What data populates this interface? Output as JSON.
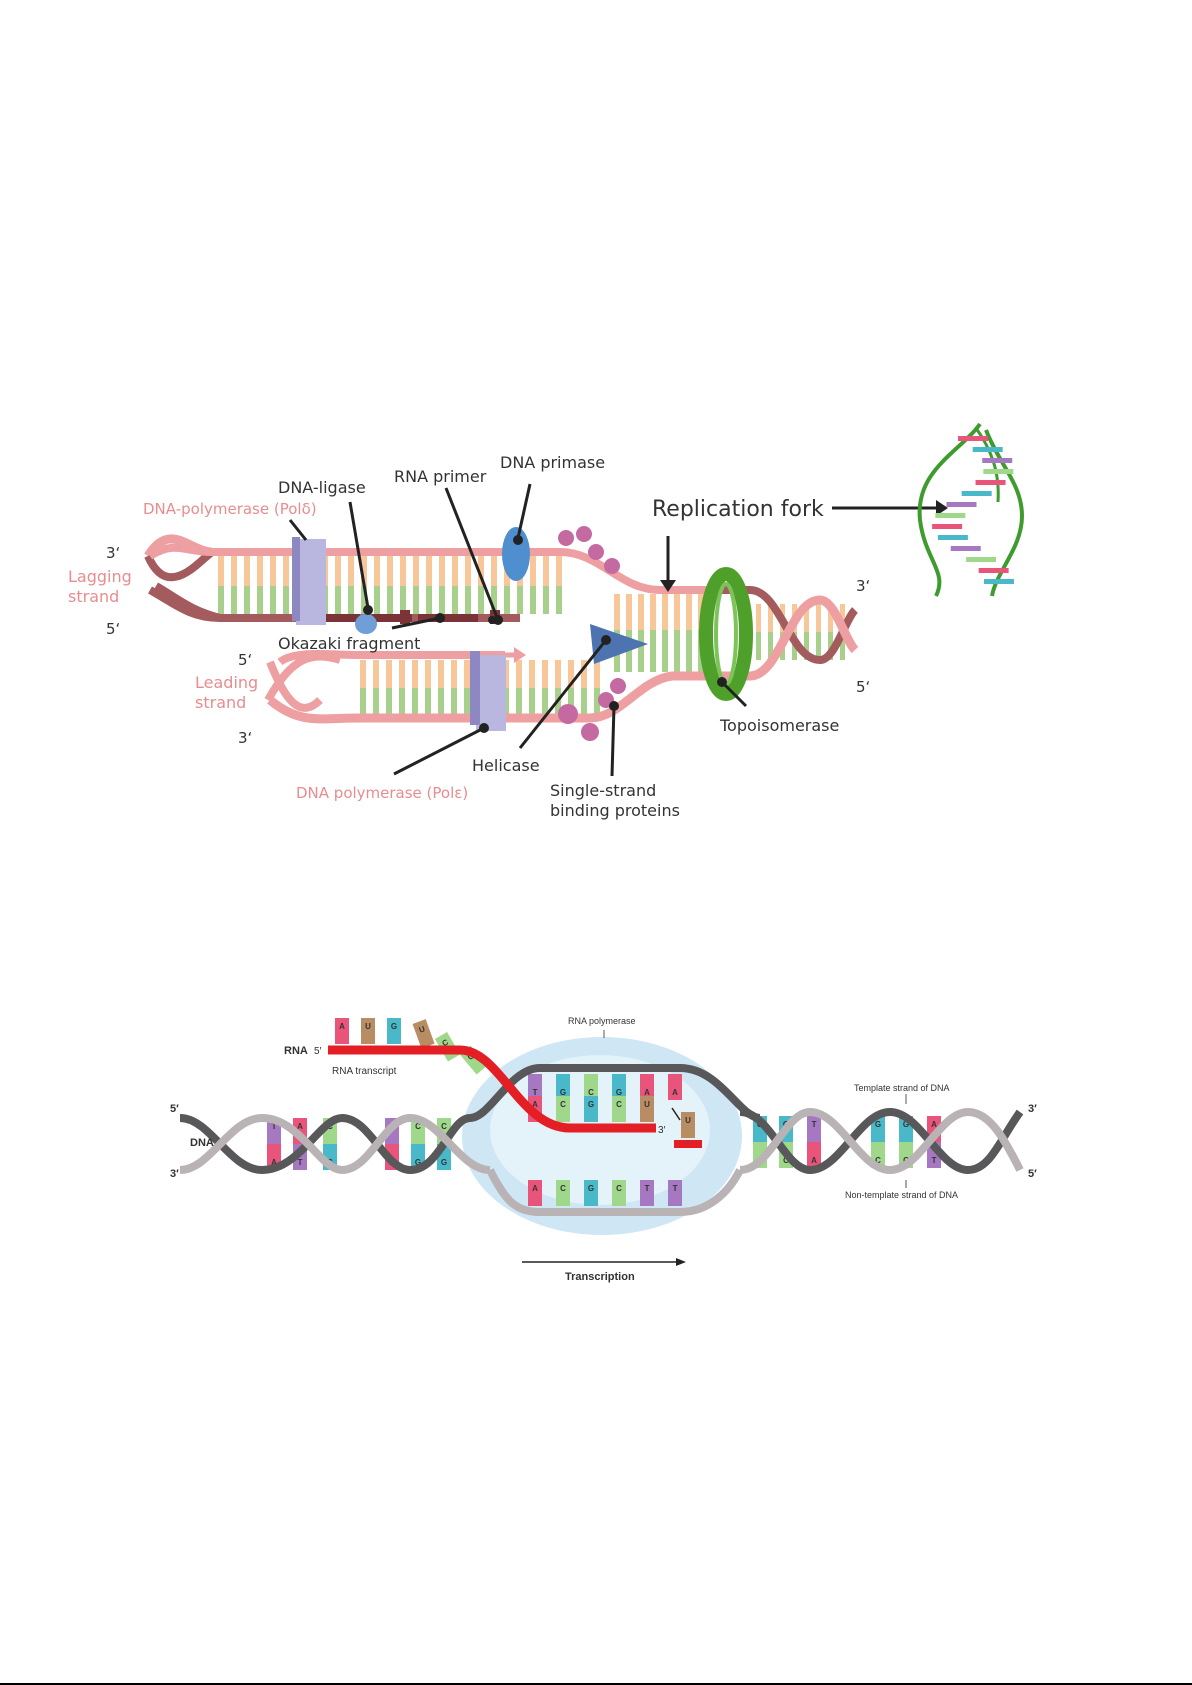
{
  "replication": {
    "labels": {
      "dna_ligase": "DNA-ligase",
      "rna_primer": "RNA primer",
      "dna_primase": "DNA primase",
      "pol_delta": "DNA-polymerase (Polδ)",
      "replication_fork": "Replication fork",
      "lagging_3": "3‘",
      "lagging_strand_1": "Lagging",
      "lagging_strand_2": "strand",
      "lagging_5": "5‘",
      "okazaki": "Okazaki fragment",
      "leading_5": "5‘",
      "leading_strand_1": "Leading",
      "leading_strand_2": "strand",
      "leading_3": "3‘",
      "right_3": "3‘",
      "right_5": "5‘",
      "topoisomerase": "Topoisomerase",
      "helicase": "Helicase",
      "pol_epsilon": "DNA polymerase (Polε)",
      "ssb_1": "Single-strand",
      "ssb_2": "binding proteins"
    },
    "colors": {
      "strand_pink": "#ee9fa1",
      "strand_dark": "#a45b5e",
      "base_orange": "#f7c79a",
      "base_green": "#a9cf8d",
      "polymerase": "#b9b6df",
      "primase": "#4f8fcf",
      "ssb": "#c46aa0",
      "topoisomerase": "#4ea02b",
      "helicase": "#4d74b1",
      "label_pink": "#e98c8f"
    }
  },
  "transcription": {
    "labels": {
      "rna_polymerase": "RNA polymerase",
      "rna": "RNA",
      "rna_5": "5′",
      "rna_transcript": "RNA transcript",
      "dna": "DNA",
      "left_5": "5′",
      "left_3": "3′",
      "right_3": "3′",
      "right_5": "5′",
      "rna_3": "3′",
      "template_strand": "Template strand of DNA",
      "non_template_strand": "Non-template strand of DNA",
      "transcription": "Transcription"
    },
    "free_nucleotides": [
      "A",
      "U",
      "G",
      "U",
      "C",
      "C"
    ],
    "bubble_top_bases": [
      "T",
      "G",
      "C",
      "G",
      "A",
      "A"
    ],
    "rna_bases": [
      "A",
      "C",
      "G",
      "C",
      "U"
    ],
    "incoming_base": "U",
    "bubble_bottom_bases": [
      "A",
      "C",
      "G",
      "C",
      "T",
      "T"
    ],
    "left_helix_top": [
      "T",
      "A",
      "C",
      "T",
      "C",
      "C"
    ],
    "left_helix_bottom": [
      "A",
      "T",
      "G",
      "A",
      "G",
      "G"
    ],
    "right_helix_top": [
      "G",
      "G",
      "T",
      "G",
      "G",
      "A"
    ],
    "right_helix_bottom": [
      "C",
      "C",
      "A",
      "C",
      "C",
      "T"
    ],
    "colors": {
      "rna_strand": "#e31e24",
      "template_strand": "#58585a",
      "non_template_strand": "#b9b3b5",
      "bubble": "#cfe6f4",
      "A": "#e9557a",
      "T": "#a678c2",
      "U": "#b98d64",
      "G": "#49b9c9",
      "C": "#9fd88a"
    }
  }
}
